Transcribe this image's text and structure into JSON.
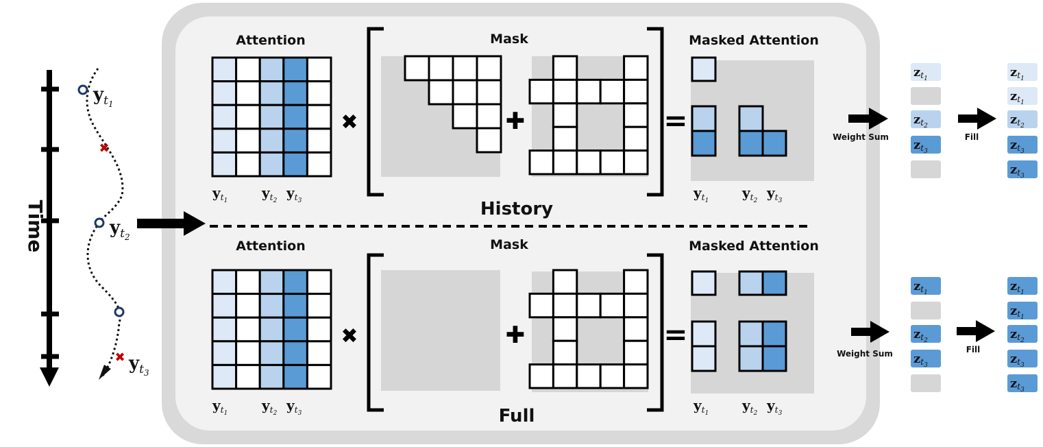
{
  "time_axis": {
    "label": "Time"
  },
  "trajectory": {
    "points": [
      {
        "main": "y",
        "sub": "t",
        "idx": "1"
      },
      {
        "main": "y",
        "sub": "t",
        "idx": "2"
      },
      {
        "main": "y",
        "sub": "t",
        "idx": "3"
      }
    ]
  },
  "history": {
    "title": "History",
    "attention_title": "Attention",
    "mask_title": "Mask",
    "masked_title": "Masked Attention",
    "op_times": "✖",
    "op_plus": "✚",
    "op_equals": "="
  },
  "full": {
    "title": "Full",
    "attention_title": "Attention",
    "mask_title": "Mask",
    "masked_title": "Masked Attention",
    "op_times": "✖",
    "op_plus": "✚",
    "op_equals": "="
  },
  "col_labels": {
    "first": {
      "main": "y",
      "sub": "t",
      "idx": "1"
    },
    "second": {
      "main": "y",
      "sub": "t",
      "idx": "2"
    },
    "third": {
      "main": "y",
      "sub": "t",
      "idx": "3"
    }
  },
  "right_panel": {
    "weight_sum_label": "Weight Sum",
    "fill_label": "Fill",
    "history_weighted": [
      {
        "main": "z",
        "sub": "t",
        "idx": "1",
        "shade": "light"
      },
      {
        "main": "",
        "sub": "",
        "idx": "",
        "shade": "gray"
      },
      {
        "main": "z",
        "sub": "t",
        "idx": "2",
        "shade": "mid"
      },
      {
        "main": "z",
        "sub": "t",
        "idx": "3",
        "shade": "dark"
      },
      {
        "main": "",
        "sub": "",
        "idx": "",
        "shade": "gray"
      }
    ],
    "history_filled": [
      {
        "main": "z",
        "sub": "t",
        "idx": "1",
        "shade": "light"
      },
      {
        "main": "z",
        "sub": "t",
        "idx": "1",
        "shade": "light"
      },
      {
        "main": "z",
        "sub": "t",
        "idx": "2",
        "shade": "mid"
      },
      {
        "main": "z",
        "sub": "t",
        "idx": "3",
        "shade": "dark"
      },
      {
        "main": "z",
        "sub": "t",
        "idx": "3",
        "shade": "dark"
      }
    ],
    "full_weighted": [
      {
        "main": "z",
        "sub": "t",
        "idx": "1",
        "shade": "dark"
      },
      {
        "main": "",
        "sub": "",
        "idx": "",
        "shade": "gray"
      },
      {
        "main": "z",
        "sub": "t",
        "idx": "2",
        "shade": "dark"
      },
      {
        "main": "z",
        "sub": "t",
        "idx": "3",
        "shade": "dark"
      },
      {
        "main": "",
        "sub": "",
        "idx": "",
        "shade": "gray"
      }
    ],
    "full_filled": [
      {
        "main": "z",
        "sub": "t",
        "idx": "1",
        "shade": "dark"
      },
      {
        "main": "z",
        "sub": "t",
        "idx": "1",
        "shade": "dark"
      },
      {
        "main": "z",
        "sub": "t",
        "idx": "2",
        "shade": "dark"
      },
      {
        "main": "z",
        "sub": "t",
        "idx": "3",
        "shade": "dark"
      },
      {
        "main": "z",
        "sub": "t",
        "idx": "3",
        "shade": "dark"
      }
    ]
  },
  "colors": {
    "light_blue": "#dde9f6",
    "mid_blue": "#b9d3ee",
    "dark_blue": "#5b9bd5",
    "mask_gray": "#d6d6d6",
    "panel_outer": "#d9d9d9",
    "panel_inner": "#f2f2f2",
    "observed_marker": "#1f3864",
    "missing_marker": "#c00000"
  }
}
